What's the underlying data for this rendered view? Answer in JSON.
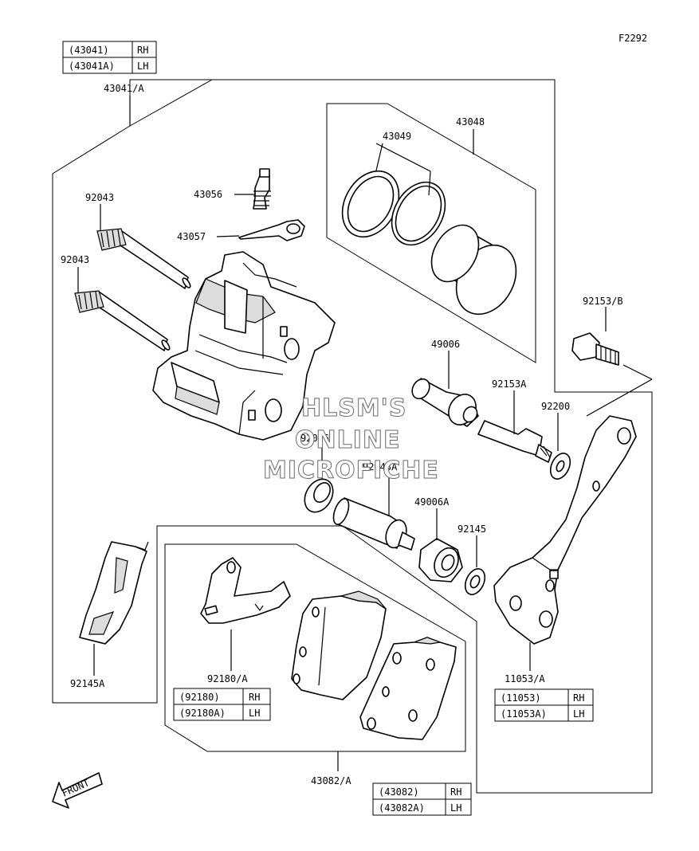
{
  "figure_code": "F2292",
  "watermark": [
    "HLSM'S",
    "ONLINE",
    "MICROFICHE"
  ],
  "front_arrow_label": "FRONT",
  "callouts": {
    "c43041": "43041/A",
    "c43048": "43048",
    "c43049": "43049",
    "c43056": "43056",
    "c43057": "43057",
    "c92043a": "92043",
    "c92043b": "92043",
    "c49006": "49006",
    "c92153b": "92153/B",
    "c92153a": "92153A",
    "c92200": "92200",
    "c92066": "92066",
    "c92043A": "92043A",
    "c49006A": "49006A",
    "c92145": "92145",
    "c92145A": "92145A",
    "c92180": "92180/A",
    "c11053": "11053/A",
    "c43082": "43082/A"
  },
  "tables": {
    "caliper": [
      {
        "part": "(43041)",
        "side": "RH"
      },
      {
        "part": "(43041A)",
        "side": "LH"
      }
    ],
    "shim": [
      {
        "part": "(92180)",
        "side": "RH"
      },
      {
        "part": "(92180A)",
        "side": "LH"
      }
    ],
    "bracket": [
      {
        "part": "(11053)",
        "side": "RH"
      },
      {
        "part": "(11053A)",
        "side": "LH"
      }
    ],
    "pads": [
      {
        "part": "(43082)",
        "side": "RH"
      },
      {
        "part": "(43082A)",
        "side": "LH"
      }
    ]
  }
}
